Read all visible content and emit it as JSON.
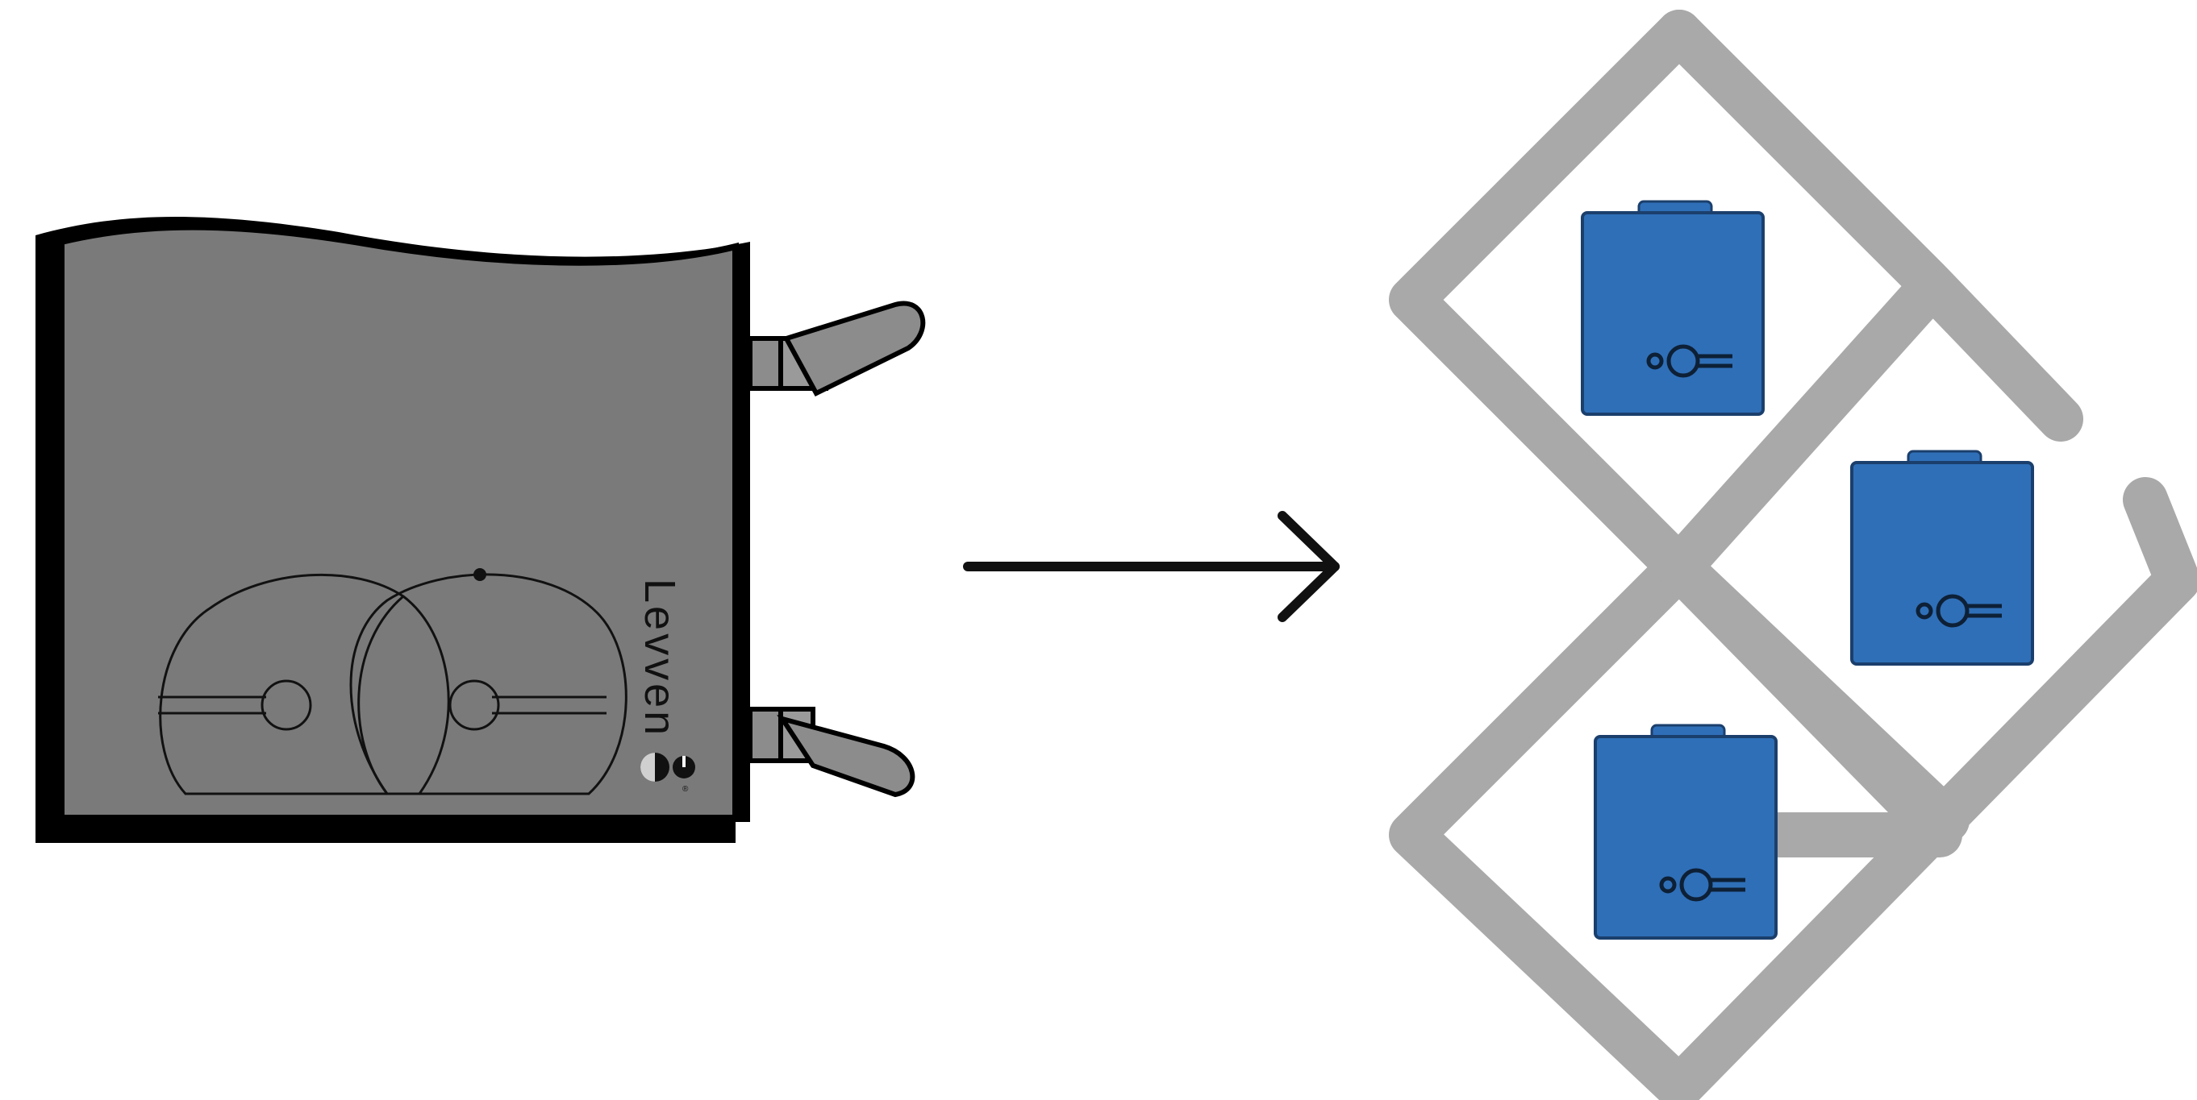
{
  "diagram": {
    "brand_name": "Levven",
    "registered_mark": "®",
    "colors": {
      "page_background": "#ffffff",
      "panel_fill": "#7a7a7a",
      "panel_outline": "#000000",
      "handle_fill": "#8c8c8c",
      "arrow": "#111111",
      "lattice": "#a9a9a9",
      "device_fill": "#2f6fb8",
      "device_outline": "#1b3f6c",
      "device_symbol": "#0d2036"
    },
    "left_item": {
      "name": "wall-panel-with-controls",
      "handle_count": 2,
      "dial_count": 2
    },
    "connector": {
      "type": "arrow",
      "direction": "right"
    },
    "right_item": {
      "name": "lattice-with-devices",
      "device_count": 3
    }
  }
}
